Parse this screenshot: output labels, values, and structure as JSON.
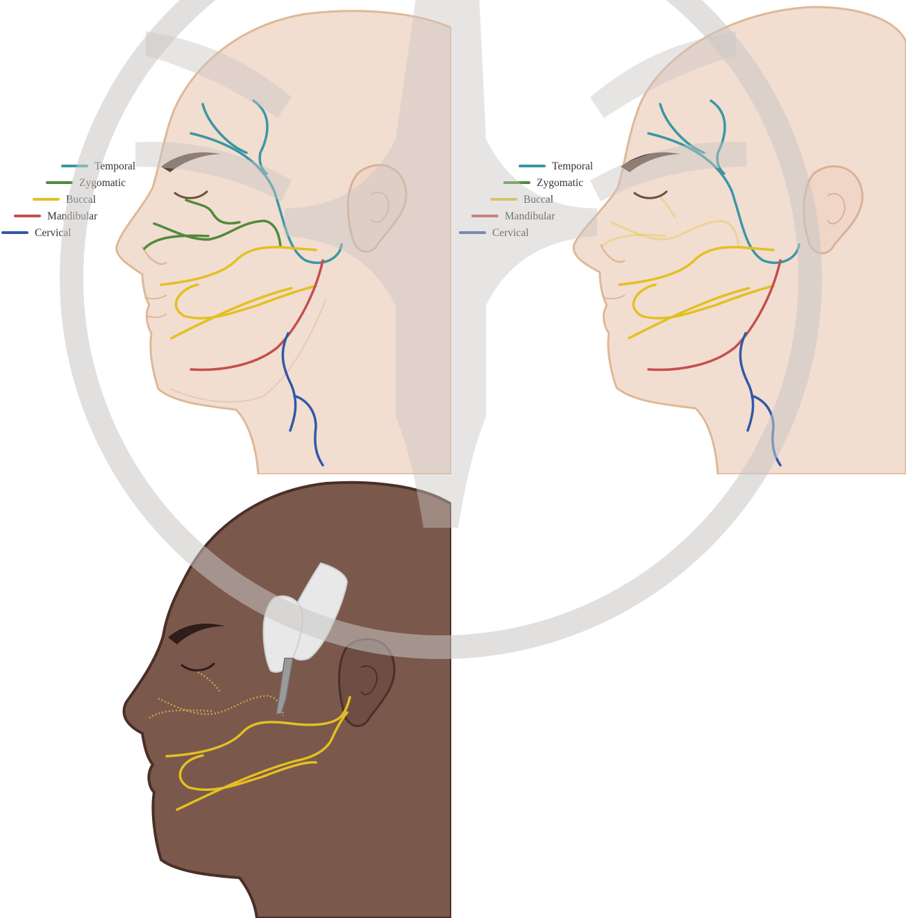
{
  "legend": [
    {
      "key": "temporal",
      "label": "Temporal",
      "color": "#3a97a3"
    },
    {
      "key": "zygomatic",
      "label": "Zygomatic",
      "color": "#4f8a3c"
    },
    {
      "key": "buccal",
      "label": "Buccal",
      "color": "#e3c021"
    },
    {
      "key": "mandibular",
      "label": "Mandibular",
      "color": "#c44f4d"
    },
    {
      "key": "cervical",
      "label": "Cervical",
      "color": "#3058a8"
    }
  ],
  "panels": [
    {
      "id": "panel-a",
      "skin_tone": "light",
      "visible_branches": [
        "temporal",
        "zygomatic",
        "buccal",
        "mandibular",
        "cervical"
      ]
    },
    {
      "id": "panel-b",
      "skin_tone": "light",
      "visible_branches": [
        "temporal",
        "buccal",
        "mandibular",
        "cervical"
      ],
      "faded_branches": [
        "zygomatic"
      ]
    },
    {
      "id": "panel-c",
      "skin_tone": "dark",
      "visible_branches": [
        "buccal"
      ],
      "dotted_branches": [
        "zygomatic"
      ],
      "instrument": "gloved-hand-with-scalpel"
    }
  ],
  "colors": {
    "skin_light": "#f2ddd1",
    "skin_light_outline": "#deb896",
    "skin_dark": "#7b584c",
    "skin_dark_outline": "#4a2f28",
    "watermark": "#c9c6c4"
  }
}
